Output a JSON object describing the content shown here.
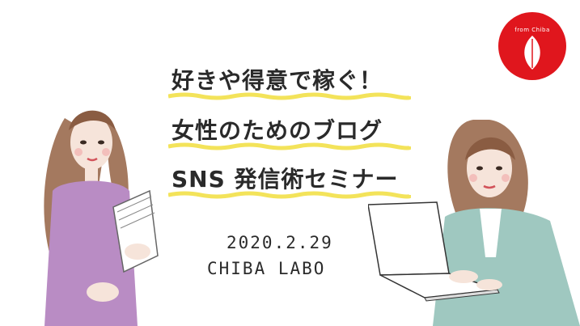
{
  "logo": {
    "text": "from Chiba",
    "color": "#e0161d"
  },
  "title": {
    "line1": "好きや得意で稼ぐ！",
    "line2": "女性のためのブログ",
    "line3": "SNS 発信術セミナー",
    "underline_color": "#f3e35a"
  },
  "event": {
    "date": "2020.2.29",
    "venue": "CHIBA LABO"
  },
  "colors": {
    "background": "#ffffff",
    "text": "#2a2a2a",
    "left_outfit": "#b98cc4",
    "right_outfit": "#9fc8c0",
    "hair": "#9a6a4e"
  }
}
